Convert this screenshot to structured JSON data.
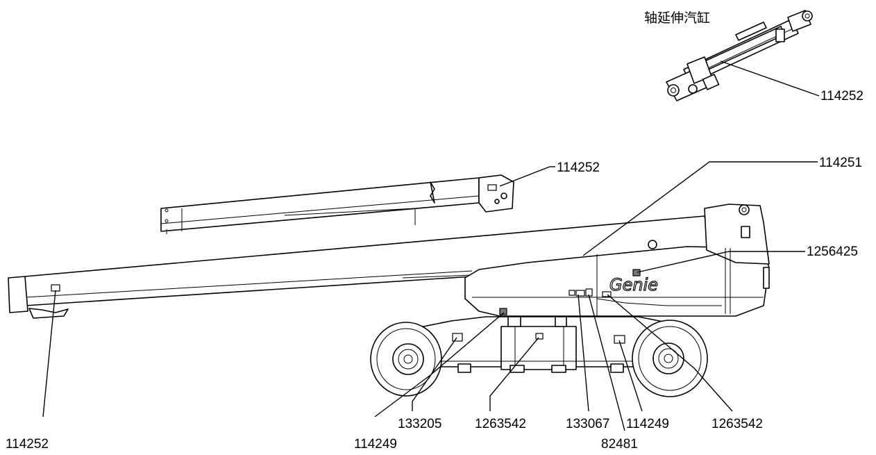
{
  "title": "轴延伸汽缸",
  "brand": "Genie",
  "labels": [
    {
      "id": "cyl-114252",
      "text": "114252"
    },
    {
      "id": "jib-114252",
      "text": "114252"
    },
    {
      "id": "top-114251",
      "text": "114251"
    },
    {
      "id": "right-1256425",
      "text": "1256425"
    },
    {
      "id": "left-114252",
      "text": "114252"
    },
    {
      "id": "bottom-114249-a",
      "text": "114249"
    },
    {
      "id": "bottom-133205",
      "text": "133205"
    },
    {
      "id": "bottom-1263542-a",
      "text": "1263542"
    },
    {
      "id": "bottom-133067",
      "text": "133067"
    },
    {
      "id": "bottom-82481",
      "text": "82481"
    },
    {
      "id": "bottom-114249-b",
      "text": "114249"
    },
    {
      "id": "bottom-1263542-b",
      "text": "1263542"
    }
  ]
}
